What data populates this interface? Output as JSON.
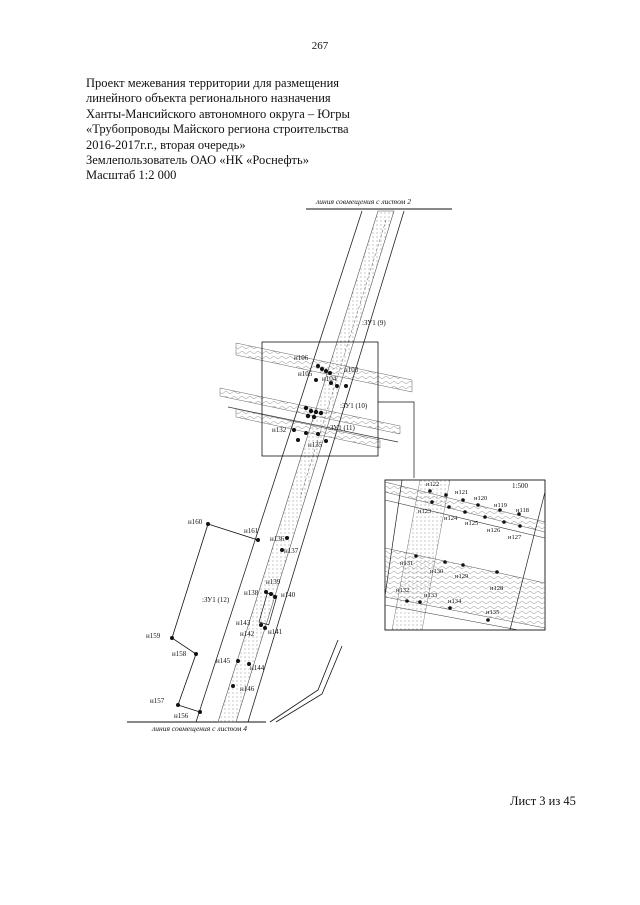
{
  "page": {
    "number": "267"
  },
  "header": {
    "lines": [
      "Проект межевания территории для размещения",
      "линейного объекта регионального назначения",
      "Ханты-Мансийского автономного округа – Югры",
      "«Трубопроводы Майского региона строительства",
      "2016-2017г.г., вторая очередь»",
      "Землепользователь ОАО «НК «Роснефть»",
      "Масштаб 1:2 000"
    ]
  },
  "map": {
    "top_line_label": "линия совмещения с листом 2",
    "bottom_line_label": "линия совмещения с листом 4",
    "plot_labels": [
      ":ЗУ1 (9)",
      ":ЗУ1 (10)",
      ":ЗУ1 (11)",
      ":ЗУ1 (12)"
    ],
    "points": {
      "n106": "н106",
      "n105": "н105",
      "n103": "н103",
      "n104": "н104",
      "n132": "н132",
      "n135": "н135",
      "n160": "н160",
      "n161": "н161",
      "n136": "н136",
      "n137": "н137",
      "n139": "н139",
      "n138": "н138",
      "n140": "н140",
      "n143": "н143",
      "n142": "н142",
      "n141": "н141",
      "n159": "н159",
      "n158": "н158",
      "n145": "н145",
      "n144": "н144",
      "n146": "н146",
      "n157": "н157",
      "n156": "н156"
    },
    "inset": {
      "scale": "1:500",
      "points": {
        "n122": "н122",
        "n121": "н121",
        "n120": "н120",
        "n119": "н119",
        "n118": "н118",
        "n123": "н123",
        "n124": "н124",
        "n125": "н125",
        "n126": "н126",
        "n127": "н127",
        "n131": "н131",
        "n130": "н130",
        "n129": "н129",
        "n128": "н128",
        "n132": "н132",
        "n133": "н133",
        "n134": "н134",
        "n135": "н135"
      }
    }
  },
  "footer": {
    "sheet": "Лист 3 из 45"
  }
}
